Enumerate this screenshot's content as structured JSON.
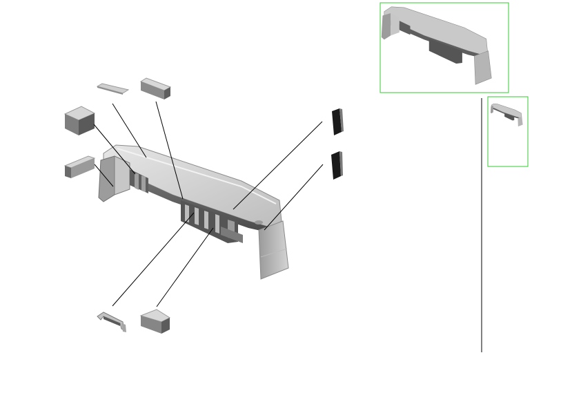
{
  "page": {
    "background": "#ffffff"
  },
  "colors": {
    "leader_line": "#000000",
    "thumbnail_frame": "#33cc33",
    "part_dark": "#6a6a6a",
    "part_mid": "#a8a8a8",
    "part_light": "#d2d2d2",
    "pad_black": "#1a1a1a"
  },
  "thumbnails": {
    "count": 2
  },
  "parts": [
    {
      "id": "main-housing",
      "icon": "housing-icon"
    },
    {
      "id": "foam-strip",
      "icon": "strip-icon"
    },
    {
      "id": "foam-block-top",
      "icon": "block-icon"
    },
    {
      "id": "foam-cube",
      "icon": "cube-icon"
    },
    {
      "id": "foam-block-left",
      "icon": "block-icon"
    },
    {
      "id": "black-pad-upper",
      "icon": "pad-icon"
    },
    {
      "id": "black-pad-lower",
      "icon": "pad-icon"
    },
    {
      "id": "small-bracket",
      "icon": "bracket-icon"
    },
    {
      "id": "foam-block-bottom",
      "icon": "block-icon"
    }
  ]
}
